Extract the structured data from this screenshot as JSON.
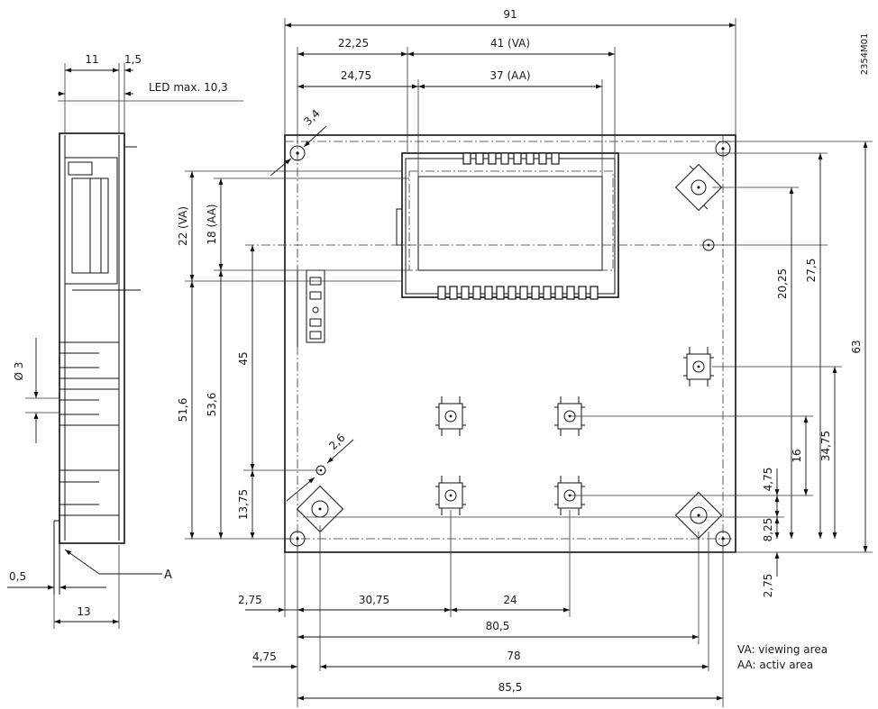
{
  "drawing_number": "2354M01",
  "dims": {
    "d91": "91",
    "d22_25": "22,25",
    "d41va": "41 (VA)",
    "d24_75": "24,75",
    "d37aa": "37 (AA)",
    "d3_4": "3,4",
    "d11": "11",
    "d1_5": "1,5",
    "led": "LED max. 10,3",
    "d22va": "22 (VA)",
    "d18aa": "18 (AA)",
    "d45": "45",
    "d51_6": "51,6",
    "d53_6": "53,6",
    "d13_75": "13,75",
    "d2_6": "2,6",
    "d30_25": "20,25",
    "d27_5": "27,5",
    "d63": "63",
    "d16": "16",
    "d34_75": "34,75",
    "d4_75r": "4,75",
    "d8_25": "8,25",
    "d2_75r": "2,75",
    "dia3": "Ø 3",
    "d0_5": "0,5",
    "d13": "13",
    "d2_75": "2,75",
    "d30_75": "30,75",
    "d24": "24",
    "d80_5": "80,5",
    "d4_75": "4,75",
    "d78": "78",
    "d85_5": "85,5",
    "callout_a": "A"
  },
  "legend": {
    "va": "VA: viewing area",
    "aa": "AA: activ area"
  }
}
